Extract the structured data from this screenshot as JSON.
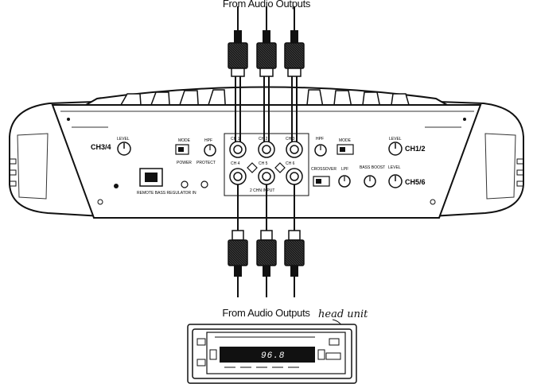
{
  "labels": {
    "top": "From Audio Outputs",
    "bottom": "From Audio Outputs",
    "head_unit": "head unit"
  },
  "amplifier": {
    "left_channel": "CH3/4",
    "right_top_channel": "CH1/2",
    "right_bottom_channel": "CH5/6",
    "level": "LEVEL",
    "level_right": "LEVEL",
    "mode": "MODE",
    "hpf": "HPF",
    "mode_right": "MODE",
    "hpf_right": "HPF",
    "ch1": "CH 1",
    "ch2": "CH 2",
    "ch3": "CH 3",
    "ch4": "CH 4",
    "ch5": "CH 5",
    "ch6": "CH 6",
    "remote_jack": "REMOTE",
    "power_led": "POWER",
    "protect_led": "PROTECT",
    "remote_bass": "REMOTE BASS REGULATOR IN",
    "input_label": "2 CHN   INPUT",
    "lpf": "LPF",
    "bass_boost": "BASS BOOST",
    "level_sub": "LEVEL",
    "crossover": "CROSSOVER"
  },
  "head_unit": {
    "display": "96.8"
  }
}
